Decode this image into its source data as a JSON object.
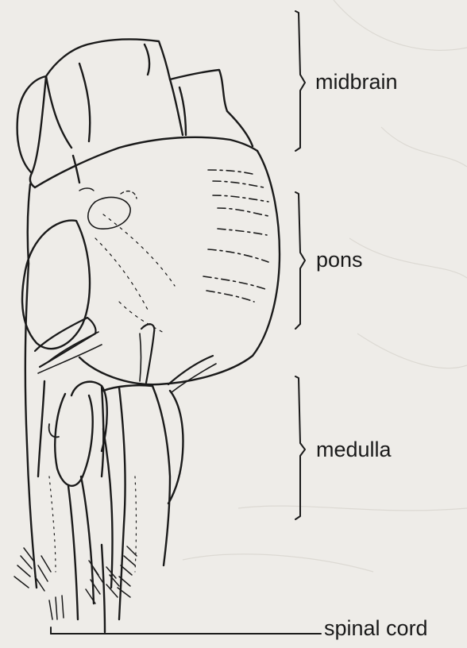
{
  "labels": {
    "midbrain": "midbrain",
    "pons": "pons",
    "medulla": "medulla",
    "spinal_cord": "spinal cord"
  },
  "colors": {
    "background": "#eeece8",
    "ink": "#1a1a1a"
  }
}
